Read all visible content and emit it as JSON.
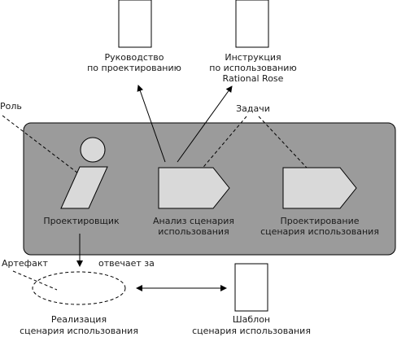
{
  "documents": {
    "guide": {
      "line1": "Руководство",
      "line2": "по проектированию"
    },
    "instruction": {
      "line1": "Инструкция",
      "line2": "по использованию",
      "line3": "Rational Rose"
    },
    "template": {
      "line1": "Шаблон",
      "line2": "сценария использования"
    }
  },
  "labels": {
    "role": "Роль",
    "tasks": "Задачи",
    "artifact": "Артефакт",
    "responsible": "отвечает за"
  },
  "worker": {
    "line1": "Проектировщик"
  },
  "activities": [
    {
      "line1": "Анализ сценария",
      "line2": "использования"
    },
    {
      "line1": "Проектирование",
      "line2": "сценария использования"
    }
  ],
  "realization": {
    "line1": "Реализация",
    "line2": "сценария использования"
  },
  "colors": {
    "panel": "#9b9b9b",
    "shape_fill": "#d9d9d9",
    "stroke": "#000000"
  }
}
